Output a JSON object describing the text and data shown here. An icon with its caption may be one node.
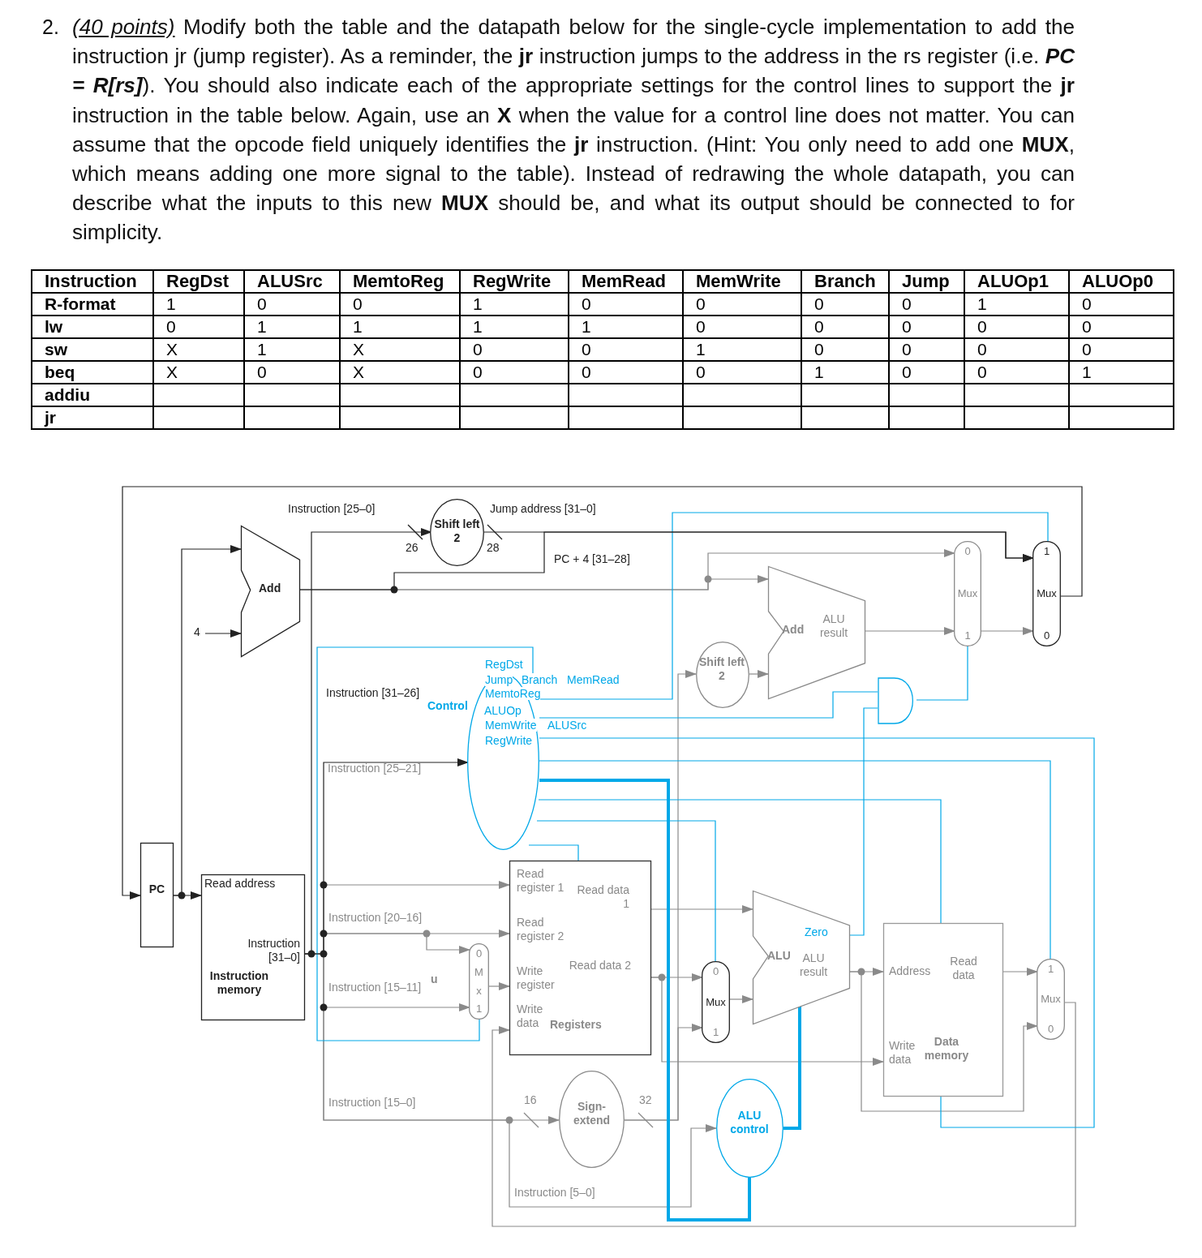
{
  "diagram": {
    "nodes": [
      {
        "text": [
          "PC"
        ]
      },
      {
        "text": [
          "Read address",
          "Instruction [31–0]",
          "Instruction memory"
        ]
      },
      {
        "text": [
          "Add"
        ]
      },
      {
        "text": [
          "Shift left 2"
        ]
      },
      {
        "text": [
          "Control"
        ]
      },
      {
        "text": [
          "Read register 1",
          "Read register 2",
          "Write register",
          "Write data",
          "Read data 1",
          "Read data 2",
          "Registers"
        ]
      },
      {
        "text": [
          "0",
          "M",
          "x",
          "1"
        ],
        "beside": [
          "u"
        ]
      },
      {
        "text": [
          "Sign-extend"
        ]
      },
      {
        "text": [
          "Shift left 2"
        ]
      },
      {
        "text": [
          "Add",
          "ALU result"
        ]
      },
      {
        "text": [
          "0",
          "Mux",
          "1"
        ]
      },
      {
        "text": [
          "1",
          "Mux",
          "0"
        ]
      },
      {
        "text": [],
        "shape": "gate"
      },
      {
        "text": [
          "0",
          "Mux",
          "1"
        ]
      },
      {
        "text": [
          "Zero",
          "ALU",
          "ALU result"
        ]
      },
      {
        "text": [
          "ALU control"
        ]
      },
      {
        "text": [
          "Address",
          "Read data",
          "Write data",
          "Data memory"
        ]
      },
      {
        "text": [
          "1",
          "Mux",
          "0"
        ]
      },
      {
        "text": [
          "4"
        ]
      }
    ],
    "edges": [
      {
        "from": 0,
        "to": 1,
        "arrow": "to",
        "color": "#222222"
      },
      {
        "from": 0,
        "to": 2,
        "arrow": "to",
        "color": "#222222"
      },
      {
        "from": 18,
        "to": 2,
        "arrow": "to",
        "color": "#222222"
      },
      {
        "from": 1,
        "to": 3,
        "arrow": "to",
        "label": "Instruction [25–0]",
        "color": "#222222"
      },
      {
        "from": 3,
        "to": 11,
        "arrow": "to",
        "label": "Jump address [31–0]",
        "color": "#222222"
      },
      {
        "from": 2,
        "to": 11,
        "arrow": "to",
        "label": "PC + 4 [31–28]",
        "color": "#222222"
      },
      {
        "from": 2,
        "to": 10,
        "arrow": "to"
      },
      {
        "from": 2,
        "to": 9,
        "arrow": "to"
      },
      {
        "from": 1,
        "to": 4,
        "arrow": "to",
        "color": "#222222"
      },
      {
        "from": 1,
        "to": 5,
        "arrow": "to"
      },
      {
        "from": 1,
        "to": 5,
        "arrow": "to",
        "label": "Instruction [20–16]"
      },
      {
        "from": 1,
        "to": 6,
        "arrow": "to"
      },
      {
        "from": 1,
        "to": 6,
        "arrow": "to",
        "label": "Instruction [15–11]"
      },
      {
        "from": 1,
        "to": 7,
        "arrow": "to",
        "label": "Instruction [15–0]"
      },
      {
        "from": 1,
        "to": 15,
        "arrow": "to",
        "label": "Instruction [5–0]"
      },
      {
        "from": 6,
        "to": 5,
        "arrow": "to"
      },
      {
        "from": 5,
        "to": 14,
        "arrow": "to"
      },
      {
        "from": 5,
        "to": 13,
        "arrow": "to"
      },
      {
        "from": 5,
        "to": 16,
        "arrow": "to"
      },
      {
        "from": 7,
        "to": 13,
        "arrow": "to"
      },
      {
        "from": 7,
        "to": 8,
        "arrow": "to"
      },
      {
        "from": 8,
        "to": 9,
        "arrow": "to"
      },
      {
        "from": 9,
        "to": 10,
        "arrow": "to"
      },
      {
        "from": 10,
        "to": 11,
        "arrow": "to"
      },
      {
        "from": 13,
        "to": 14,
        "arrow": "to"
      },
      {
        "from": 14,
        "to": 16,
        "arrow": "to"
      },
      {
        "from": 14,
        "to": 17,
        "arrow": "to"
      },
      {
        "from": 16,
        "to": 17,
        "arrow": "to"
      },
      {
        "from": 17,
        "to": 5,
        "arrow": "to"
      },
      {
        "from": 11,
        "to": 0,
        "arrow": "to",
        "color": "#222222"
      },
      {
        "from": 14,
        "to": 12,
        "arrow": "none",
        "color": "#00a8e8"
      },
      {
        "from": 12,
        "to": 10,
        "arrow": "none",
        "color": "#00a8e8"
      },
      {
        "from": 15,
        "to": 14,
        "arrow": "none",
        "style": "thick",
        "color": "#00a8e8"
      },
      {
        "from": 4,
        "to": 6,
        "arrow": "none",
        "color": "#00a8e8"
      },
      {
        "from": 4,
        "to": 11,
        "arrow": "none",
        "color": "#00a8e8"
      },
      {
        "from": 4,
        "to": 12,
        "arrow": "none",
        "color": "#00a8e8"
      },
      {
        "from": 4,
        "to": 16,
        "arrow": "none",
        "color": "#00a8e8"
      },
      {
        "from": 4,
        "to": 17,
        "arrow": "none",
        "color": "#00a8e8"
      },
      {
        "from": 4,
        "to": 15,
        "arrow": "none",
        "style": "thick",
        "color": "#00a8e8"
      },
      {
        "from": 4,
        "to": 16,
        "arrow": "none",
        "color": "#00a8e8"
      },
      {
        "from": 4,
        "to": 13,
        "arrow": "none",
        "color": "#00a8e8"
      },
      {
        "from": 4,
        "to": 5,
        "arrow": "none",
        "color": "#00a8e8"
      }
    ],
    "labels": [
      "2.",
      "*(40 points)* Modify both the table and the datapath below for the single-cycle implementation to add the instruction jr (jump register). As a reminder, the **jr** instruction jumps to the address in the rs register (i.e. **PC = R[rs]**). You should also indicate each of the appropriate settings for the control lines to support the **jr** instruction in the table below. Again, use an **X** when the value for a control line does not matter. You can assume that the opcode field uniquely identifies the **jr** instruction. (Hint: You only need to add one **MUX**, which means adding one more signal to the table). Instead of redrawing the whole datapath, you can describe what the inputs to this new **MUX** should be, and what its output should be connected to for simplicity.",
      "Instruction",
      "RegDst",
      "ALUSrc",
      "MemtoReg",
      "RegWrite",
      "MemRead",
      "MemWrite",
      "Branch",
      "Jump",
      "ALUOp1",
      "ALUOp0",
      "R-format",
      "1",
      "0",
      "0",
      "1",
      "0",
      "0",
      "0",
      "0",
      "1",
      "0",
      "lw",
      "0",
      "1",
      "1",
      "1",
      "1",
      "0",
      "0",
      "0",
      "0",
      "0",
      "sw",
      "X",
      "1",
      "X",
      "0",
      "0",
      "1",
      "0",
      "0",
      "0",
      "0",
      "beq",
      "X",
      "0",
      "X",
      "0",
      "0",
      "0",
      "1",
      "0",
      "0",
      "1",
      "addiu",
      "jr",
      "Instruction [31–26]",
      "Instruction [25–21]",
      "RegDst",
      "Jump",
      "Branch",
      "MemRead",
      "MemtoReg",
      "ALUOp",
      "MemWrite",
      "ALUSrc",
      "RegWrite",
      "26",
      "28",
      "16",
      "32"
    ]
  }
}
